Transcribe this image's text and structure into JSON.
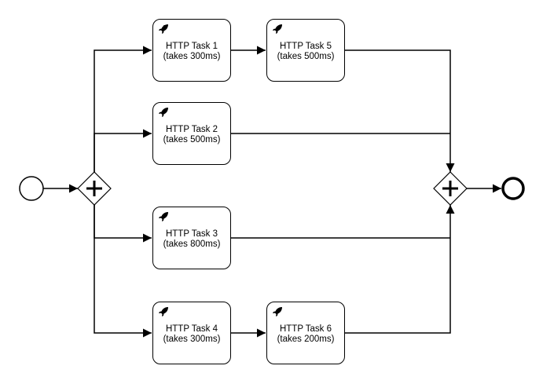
{
  "diagram": {
    "tasks": [
      {
        "id": "t1",
        "name": "HTTP Task 1",
        "duration": "(takes 300ms)"
      },
      {
        "id": "t2",
        "name": "HTTP Task 2",
        "duration": "(takes 500ms)"
      },
      {
        "id": "t3",
        "name": "HTTP Task 3",
        "duration": "(takes 800ms)"
      },
      {
        "id": "t4",
        "name": "HTTP Task 4",
        "duration": "(takes 300ms)"
      },
      {
        "id": "t5",
        "name": "HTTP Task 5",
        "duration": "(takes 500ms)"
      },
      {
        "id": "t6",
        "name": "HTTP Task 6",
        "duration": "(takes 200ms)"
      }
    ],
    "task_icon": "rocket-icon",
    "gateway_icon": "parallel-plus-icon",
    "start_event_icon": "start-event-circle",
    "end_event_icon": "end-event-thick-circle",
    "flows": [
      [
        "start",
        "fork"
      ],
      [
        "fork",
        "t1"
      ],
      [
        "fork",
        "t2"
      ],
      [
        "fork",
        "t3"
      ],
      [
        "fork",
        "t4"
      ],
      [
        "t1",
        "t5"
      ],
      [
        "t4",
        "t6"
      ],
      [
        "t5",
        "join"
      ],
      [
        "t2",
        "join"
      ],
      [
        "t3",
        "join"
      ],
      [
        "t6",
        "join"
      ],
      [
        "join",
        "end"
      ]
    ],
    "colors": {
      "stroke": "#000000",
      "fill": "#ffffff"
    }
  }
}
